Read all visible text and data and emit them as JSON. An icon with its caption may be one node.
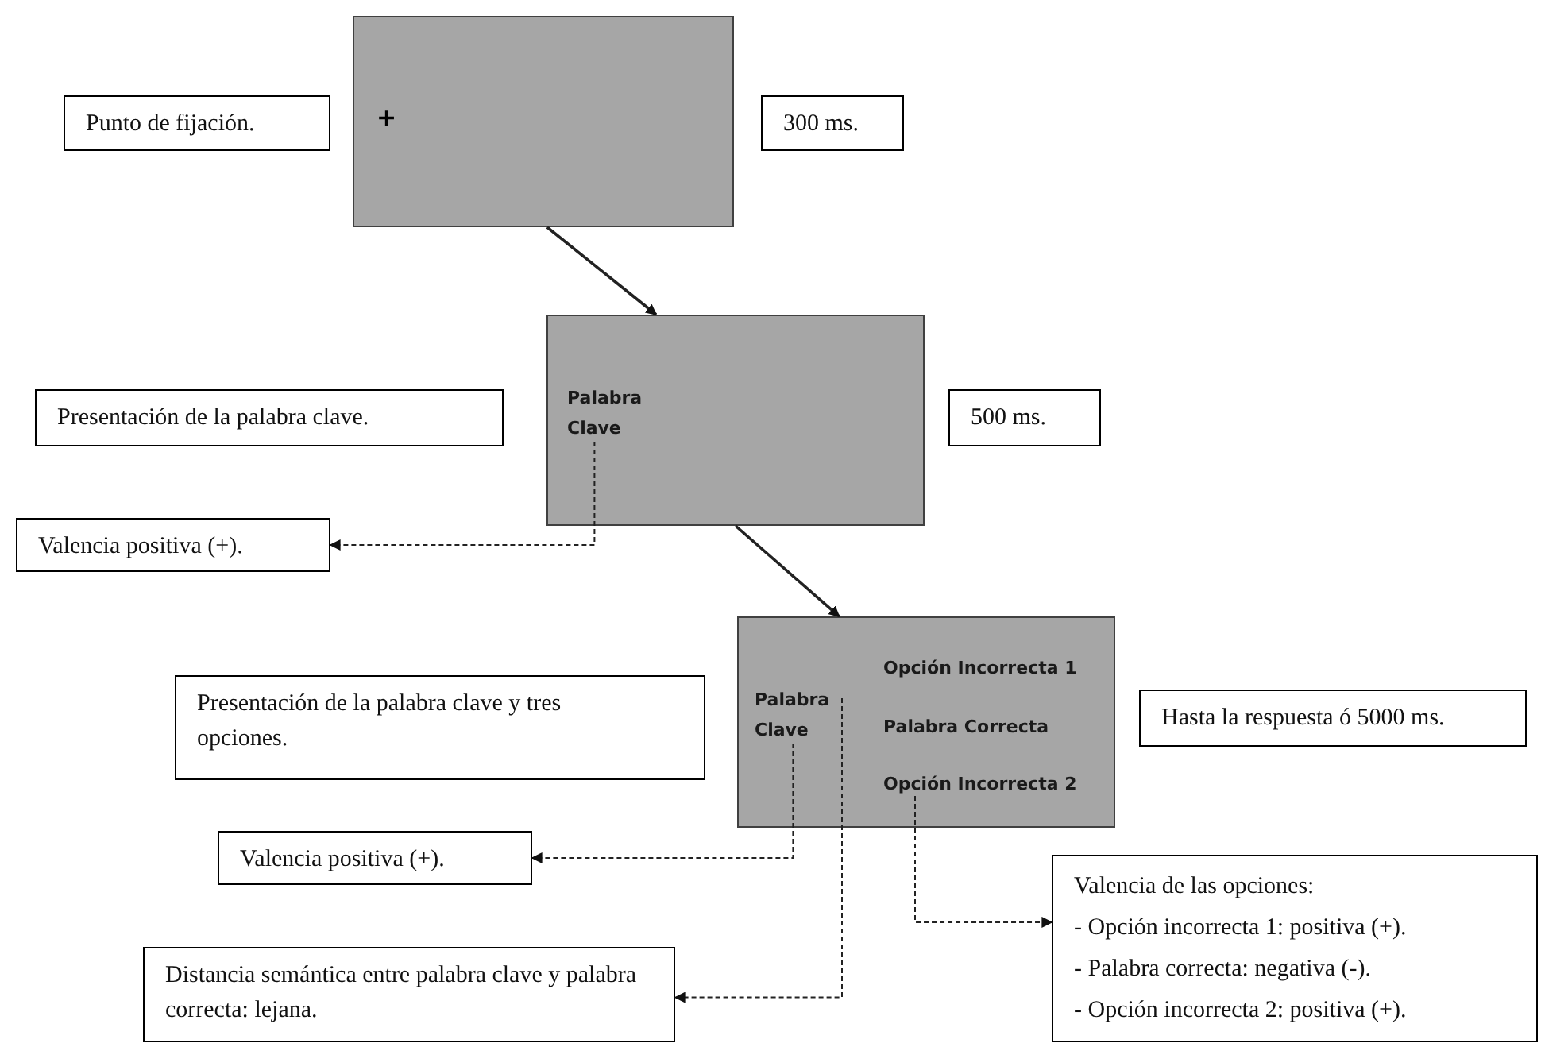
{
  "diagram": {
    "nodes": [
      {
        "text": [
          "+"
        ]
      },
      {
        "text": [
          "Punto de fijación."
        ]
      },
      {
        "text": [
          "300 ms."
        ]
      },
      {
        "text": [],
        "shape": "box"
      },
      {
        "text": [
          "Palabra Clave"
        ],
        "in": 3
      },
      {
        "text": [
          "Presentación de la palabra clave."
        ]
      },
      {
        "text": [
          "500 ms."
        ]
      },
      {
        "text": [
          "Valencia positiva (+)."
        ]
      },
      {
        "text": [],
        "shape": "box"
      },
      {
        "text": [
          "Palabra Clave"
        ],
        "in": 8
      },
      {
        "text": [
          "Opción Incorrecta 1"
        ],
        "in": 8
      },
      {
        "text": [
          "Palabra Correcta"
        ],
        "in": 8
      },
      {
        "text": [
          "Opción Incorrecta 2"
        ],
        "in": 8
      },
      {
        "text": [
          "Presentación de la palabra clave y tres opciones."
        ]
      },
      {
        "text": [
          "Hasta la respuesta ó 5000 ms."
        ]
      },
      {
        "text": [
          "Valencia positiva (+)."
        ]
      },
      {
        "text": [
          "Valencia de las opciones:",
          "- Opción incorrecta 1: positiva (+).",
          "- Palabra correcta: negativa (-).",
          "- Opción incorrecta 2: positiva (+)."
        ]
      },
      {
        "text": [
          "Distancia semántica entre palabra clave y palabra correcta: lejana."
        ]
      }
    ],
    "edges": [
      {
        "from": 0,
        "to": 3,
        "arrow": "to"
      },
      {
        "from": 3,
        "to": 8,
        "arrow": "to"
      },
      {
        "from": 4,
        "to": 7,
        "arrow": "to",
        "style": "dashed"
      },
      {
        "from": 9,
        "to": 15,
        "arrow": "to",
        "style": "dashed"
      },
      {
        "from": 9,
        "to": 17,
        "arrow": "to",
        "style": "dashed"
      },
      {
        "from": 12,
        "to": 16,
        "arrow": "to",
        "style": "dashed"
      }
    ]
  }
}
